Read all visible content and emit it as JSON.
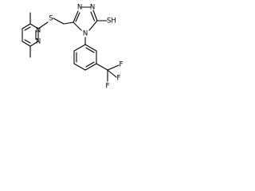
{
  "molecule": {
    "atoms": {
      "pyrimidine_n1": "N",
      "pyrimidine_n3": "N",
      "thioether_s": "S",
      "triazole_n1": "N",
      "triazole_n2": "N",
      "triazole_n4": "N",
      "thiol": "SH",
      "trifluoro_f1": "F",
      "trifluoro_f2": "F",
      "trifluoro_f3": "F"
    }
  },
  "colors": {
    "bond": "#000000",
    "label": "#000000",
    "background": "#ffffff"
  }
}
